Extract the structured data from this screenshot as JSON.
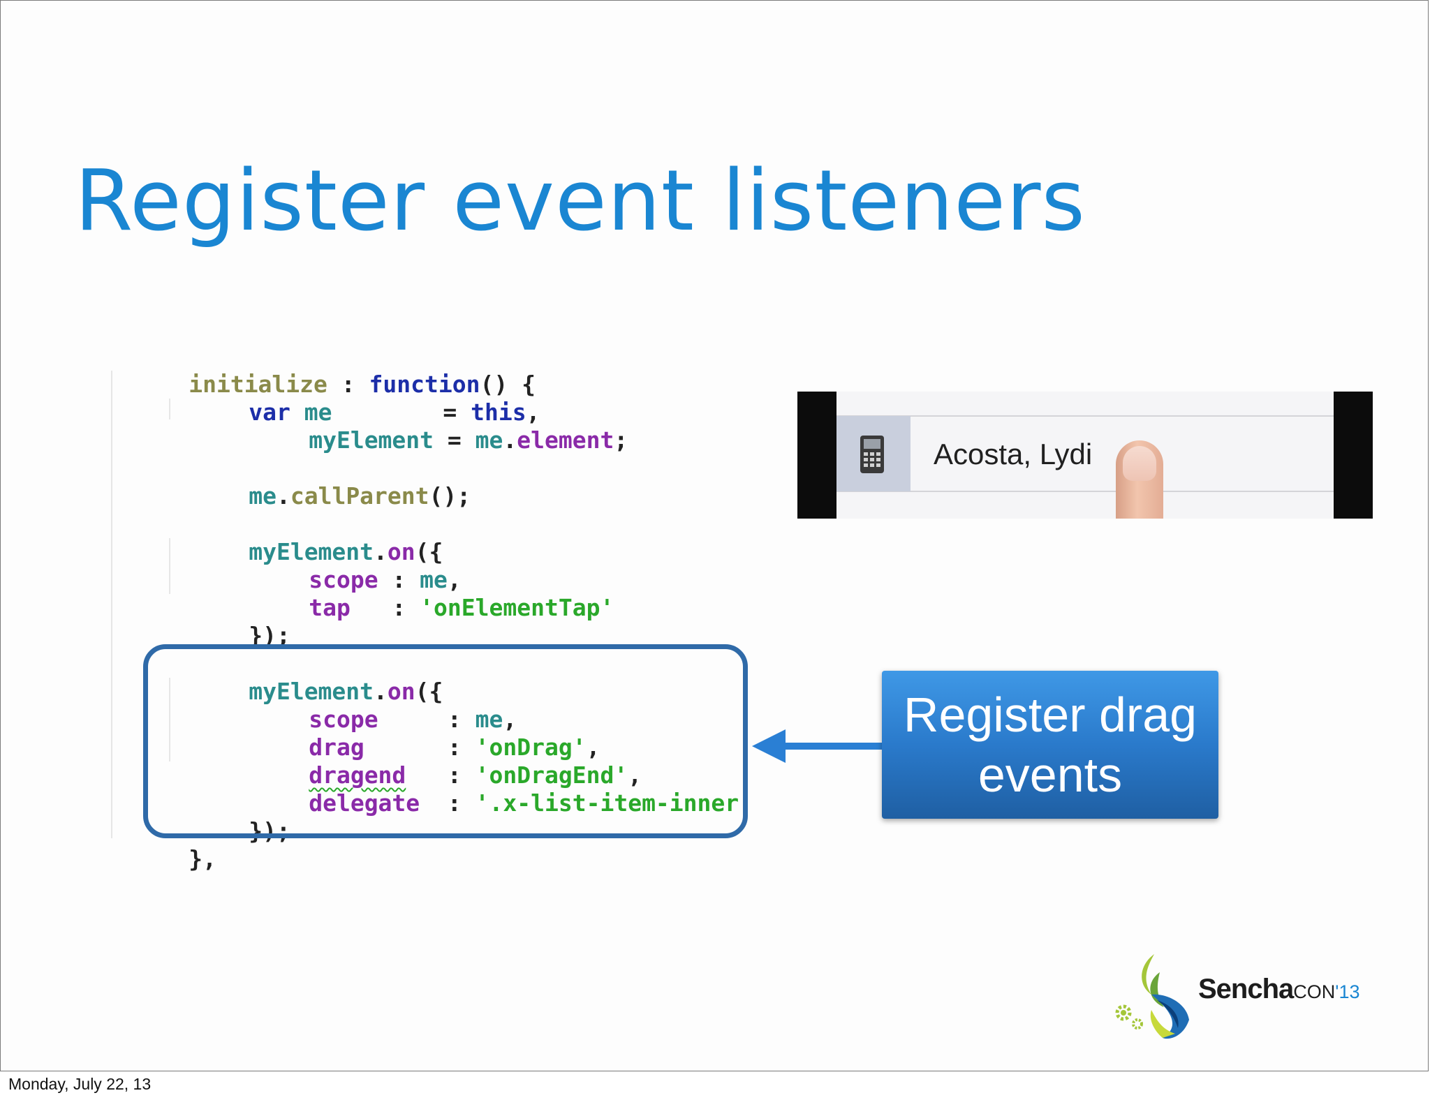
{
  "slide": {
    "title": "Register event listeners",
    "callout_text": "Register drag\nevents",
    "phone_label": "Acosta, Lydi",
    "footer_date": "Monday, July 22, 13",
    "logo": {
      "brand": "Sencha",
      "suffix": "CON",
      "year": "'13"
    }
  },
  "code": {
    "l1": {
      "a": "initialize",
      "b": " : ",
      "c": "function",
      "d": "() {"
    },
    "l2": {
      "a": "var",
      "b": " ",
      "c": "me",
      "d": "        = ",
      "e": "this",
      "f": ","
    },
    "l3": {
      "a": "myElement",
      "b": " = ",
      "c": "me",
      "d": ".",
      "e": "element",
      "f": ";"
    },
    "l4": {
      "a": "me",
      "b": ".",
      "c": "callParent",
      "d": "();"
    },
    "l5": {
      "a": "myElement",
      "b": ".",
      "c": "on",
      "d": "({"
    },
    "l6": {
      "a": "scope",
      "b": " : ",
      "c": "me",
      "d": ","
    },
    "l7": {
      "a": "tap",
      "b": "   : ",
      "c": "'onElementTap'"
    },
    "l8": {
      "a": "});"
    },
    "l9": {
      "a": "myElement",
      "b": ".",
      "c": "on",
      "d": "({"
    },
    "l10": {
      "a": "scope",
      "b": "     : ",
      "c": "me",
      "d": ","
    },
    "l11": {
      "a": "drag",
      "b": "      : ",
      "c": "'onDrag'",
      "d": ","
    },
    "l12": {
      "a": "dragend",
      "b": "   : ",
      "c": "'onDragEnd'",
      "d": ","
    },
    "l13": {
      "a": "delegate",
      "b": "  : ",
      "c": "'.x-list-item-inner'"
    },
    "l14": {
      "a": "});"
    },
    "l15": {
      "a": "},"
    }
  },
  "colors": {
    "title": "#1a86d2",
    "callout": "#2a7acb",
    "highlight_border": "#2f6aa8",
    "code_function_name": "#8a8a4a",
    "code_keyword": "#1c2ea8",
    "code_variable": "#2a8c8c",
    "code_property": "#8a2aa8",
    "code_string": "#2aa82a"
  },
  "icons": {
    "phone_icon": "phone-icon",
    "logo_mark": "sencha-logo-icon",
    "gear": "gear-icon"
  }
}
